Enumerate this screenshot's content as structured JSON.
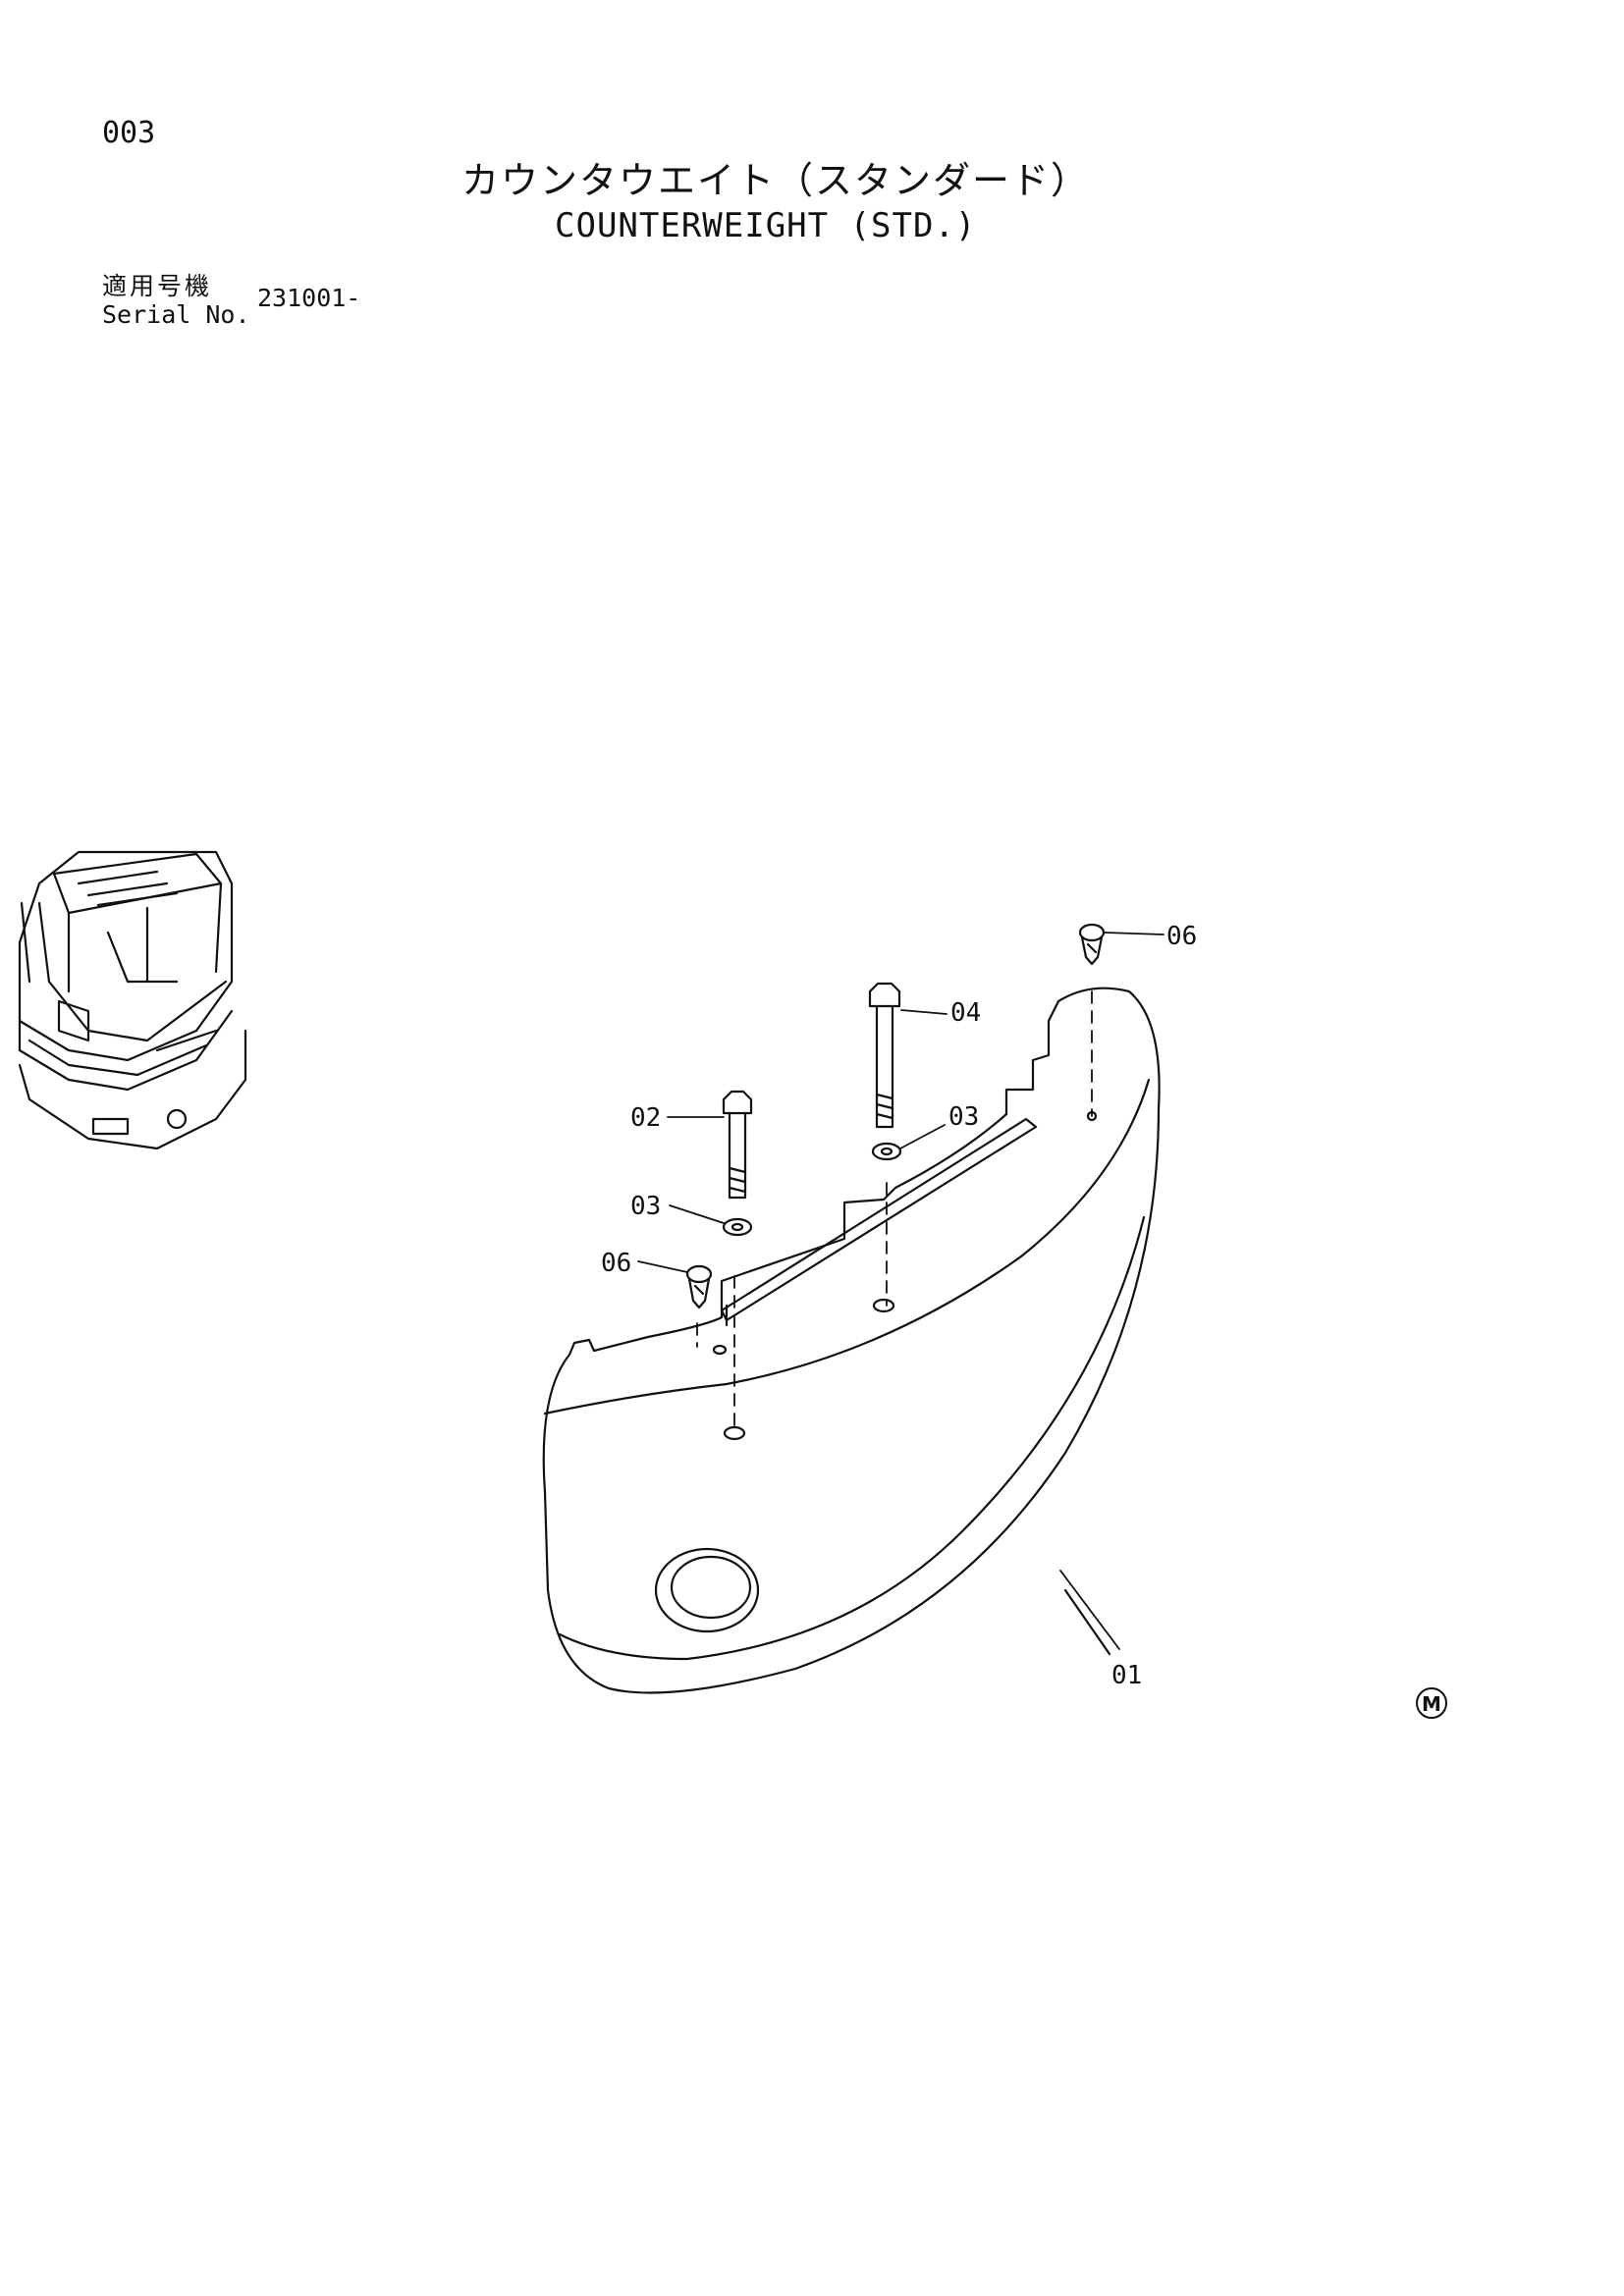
{
  "page": {
    "number": "003",
    "title_jp": "カウンタウエイト（スタンダード）",
    "title_en": "COUNTERWEIGHT (STD.)"
  },
  "serial": {
    "label_jp": "適用号機",
    "label_en": "Serial No.",
    "value": "231001-"
  },
  "callouts": {
    "part01": "01",
    "part02": "02",
    "part03a": "03",
    "part03b": "03",
    "part04": "04",
    "part06a": "06",
    "part06b": "06"
  },
  "mark": {
    "symbol": "M"
  }
}
